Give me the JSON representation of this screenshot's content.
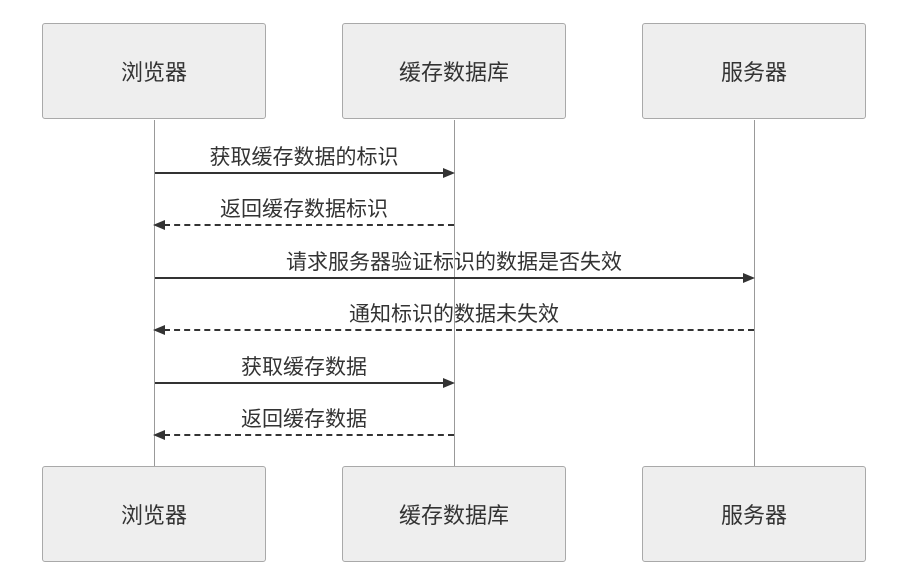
{
  "participants": {
    "browser": "浏览器",
    "cache": "缓存数据库",
    "server": "服务器"
  },
  "messages": [
    {
      "label": "获取缓存数据的标识",
      "from": "browser",
      "to": "cache",
      "style": "solid"
    },
    {
      "label": "返回缓存数据标识",
      "from": "cache",
      "to": "browser",
      "style": "dashed"
    },
    {
      "label": "请求服务器验证标识的数据是否失效",
      "from": "browser",
      "to": "server",
      "style": "solid"
    },
    {
      "label": "通知标识的数据未失效",
      "from": "server",
      "to": "browser",
      "style": "dashed"
    },
    {
      "label": "获取缓存数据",
      "from": "browser",
      "to": "cache",
      "style": "solid"
    },
    {
      "label": "返回缓存数据",
      "from": "cache",
      "to": "browser",
      "style": "dashed"
    }
  ]
}
